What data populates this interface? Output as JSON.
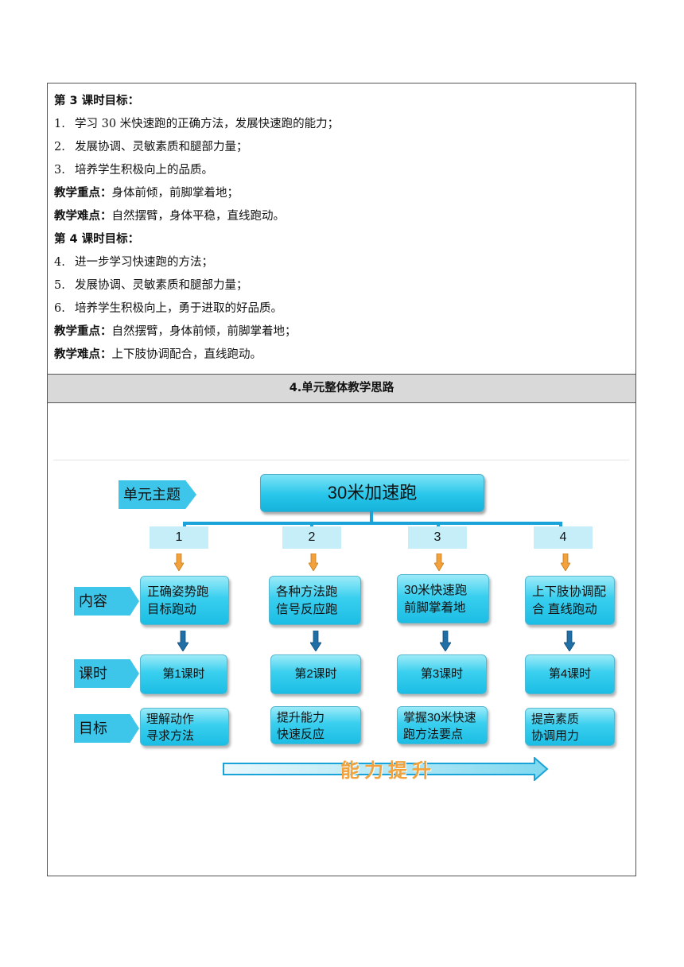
{
  "objectives": {
    "lesson3_heading": "第 3 课时目标：",
    "lesson3_items": [
      {
        "num": "1.",
        "text": "学习 30 米快速跑的正确方法，发展快速跑的能力；"
      },
      {
        "num": "2.",
        "text": "发展协调、灵敏素质和腿部力量；"
      },
      {
        "num": "3.",
        "text": "培养学生积极向上的品质。"
      }
    ],
    "lesson3_key_label": "教学重点：",
    "lesson3_key_text": "身体前倾，前脚掌着地；",
    "lesson3_diff_label": "教学难点：",
    "lesson3_diff_text": "自然摆臂，身体平稳，直线跑动。",
    "lesson4_heading": "第 4 课时目标：",
    "lesson4_items": [
      {
        "num": "4.",
        "text": "进一步学习快速跑的方法；"
      },
      {
        "num": "5.",
        "text": "发展协调、灵敏素质和腿部力量；"
      },
      {
        "num": "6.",
        "text": "培养学生积极向上，勇于进取的好品质。"
      }
    ],
    "lesson4_key_label": "教学重点：",
    "lesson4_key_text": "自然摆臂，身体前倾，前脚掌着地；",
    "lesson4_diff_label": "教学难点：",
    "lesson4_diff_text": "上下肢协调配合，直线跑动。"
  },
  "section_header": "4.单元整体教学思路",
  "diagram": {
    "theme_tag": "单元主题",
    "title": "30米加速跑",
    "row_tags": {
      "content": "内容",
      "lesson": "课时",
      "goal": "目标"
    },
    "columns": [
      {
        "num": "1",
        "content_line1": "正确姿势跑",
        "content_line2": "目标跑动",
        "lesson": "第1课时",
        "goal_line1": "理解动作",
        "goal_line2": "寻求方法"
      },
      {
        "num": "2",
        "content_line1": "各种方法跑",
        "content_line2": "信号反应跑",
        "lesson": "第2课时",
        "goal_line1": "提升能力",
        "goal_line2": "快速反应"
      },
      {
        "num": "3",
        "content_line1": "30米快速跑",
        "content_line2": "前脚掌着地",
        "lesson": "第3课时",
        "goal_line1": "掌握30米快速",
        "goal_line2": "跑方法要点"
      },
      {
        "num": "4",
        "content_line1": "上下肢协调配",
        "content_line2": "合  直线跑动",
        "lesson": "第4课时",
        "goal_line1": "提高素质",
        "goal_line2": "协调用力"
      }
    ],
    "bottom_arrow_text": "能力提升",
    "colors": {
      "box": "#27c6ea",
      "connector": "#1aa3d8",
      "orange_arrow": "#f2a13b",
      "blue_arrow": "#1f6fa6"
    }
  }
}
